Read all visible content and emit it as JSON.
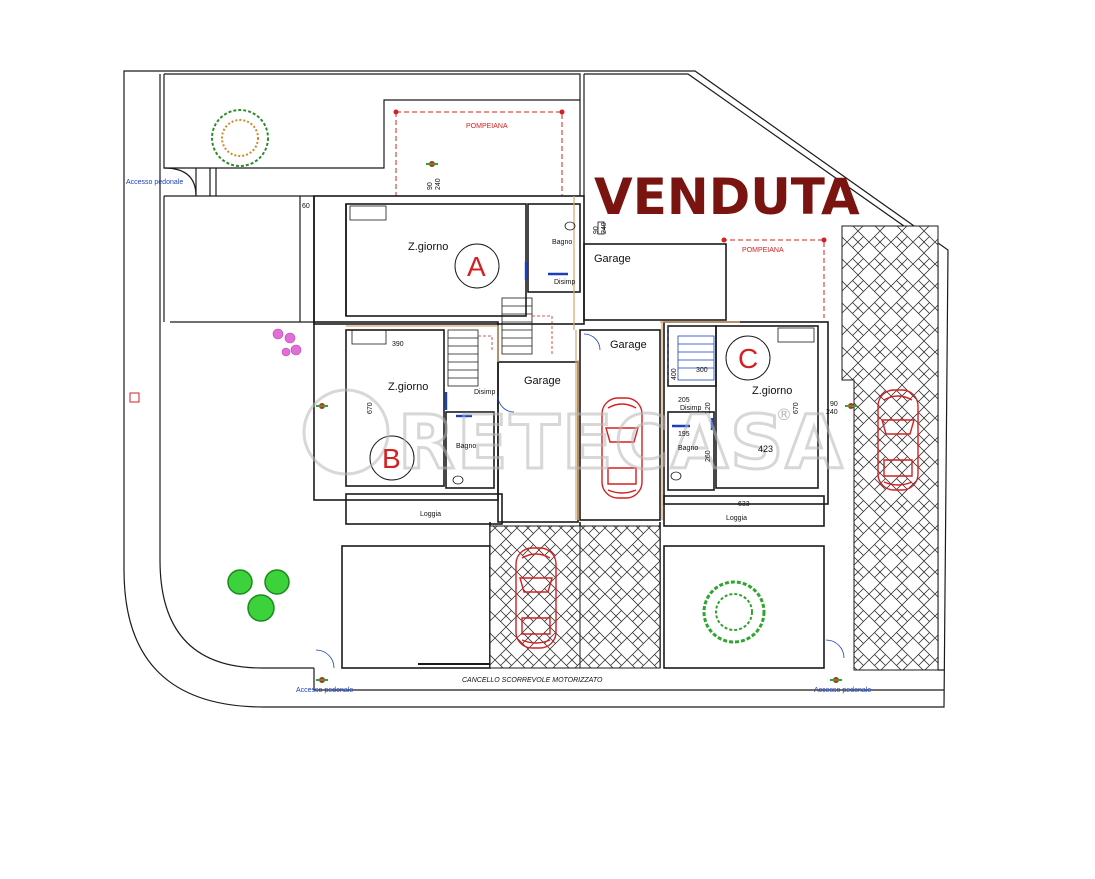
{
  "status_stamp": "VENDUTA",
  "watermark": "RETECASA",
  "watermark_mark": "®",
  "units": {
    "a": "A",
    "b": "B",
    "c": "C"
  },
  "rooms": {
    "z_giorno": "Z.giorno",
    "bagno": "Bagno",
    "disimp": "Disimp",
    "garage": "Garage",
    "loggia": "Loggia",
    "pompeiana": "POMPEIANA"
  },
  "dimensions": {
    "d60": "60",
    "d90": "90",
    "d240": "240",
    "d390": "390",
    "d670": "670",
    "d400": "400",
    "d300": "300",
    "d205": "205",
    "d120": "120",
    "d195": "195",
    "d260": "260",
    "d423": "423",
    "d633": "633"
  },
  "labels": {
    "accesso_pedonale": "Accesso pedonale",
    "cancello": "CANCELLO SCORREVOLE MOTORIZZATO"
  },
  "colors": {
    "wall": "#1a1a1a",
    "accent_red": "#d42020",
    "accent_blue": "#1a3fbf",
    "tree_green": "#2ea52e",
    "stamp": "#7a1410",
    "partition": "#d9a36b"
  }
}
